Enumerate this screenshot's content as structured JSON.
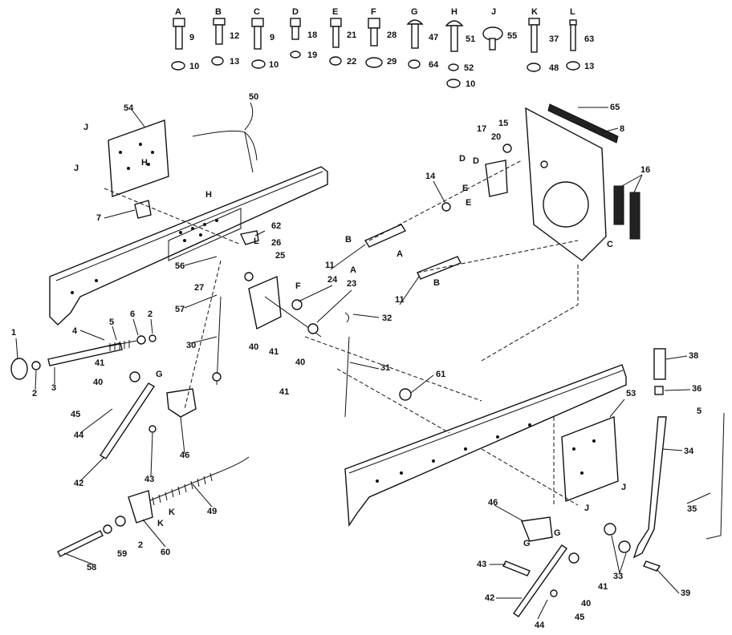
{
  "hardware_key": [
    {
      "letter": "A",
      "bolt": "9",
      "nut": "10"
    },
    {
      "letter": "B",
      "bolt": "12",
      "nut": "13"
    },
    {
      "letter": "C",
      "bolt": "9",
      "nut": "10"
    },
    {
      "letter": "D",
      "bolt": "18",
      "nut": "19"
    },
    {
      "letter": "E",
      "bolt": "21",
      "nut": "22"
    },
    {
      "letter": "F",
      "bolt": "28",
      "nut": "29"
    },
    {
      "letter": "G",
      "bolt": "47",
      "nut": "64"
    },
    {
      "letter": "H",
      "bolt": "51",
      "nut": "52",
      "extra": "10"
    },
    {
      "letter": "J",
      "bolt": "55",
      "nut": ""
    },
    {
      "letter": "K",
      "bolt": "37",
      "nut": "48"
    },
    {
      "letter": "L",
      "bolt": "63",
      "nut": "13"
    }
  ],
  "callouts": [
    "1",
    "2",
    "3",
    "4",
    "5",
    "6",
    "2",
    "40",
    "41",
    "40",
    "45",
    "44",
    "42",
    "43",
    "46",
    "30",
    "27",
    "56",
    "57",
    "54",
    "7",
    "50",
    "26",
    "25",
    "62",
    "24",
    "23",
    "32",
    "40",
    "41",
    "41",
    "40",
    "31",
    "61",
    "11",
    "11",
    "14",
    "17",
    "15",
    "20",
    "65",
    "8",
    "16",
    "38",
    "36",
    "5",
    "34",
    "35",
    "53",
    "46",
    "43",
    "42",
    "44",
    "45",
    "40",
    "41",
    "33",
    "39",
    "49",
    "60",
    "59",
    "2",
    "58"
  ],
  "letter_refs": [
    "J",
    "J",
    "H",
    "H",
    "L",
    "F",
    "B",
    "A",
    "A",
    "B",
    "D",
    "D",
    "E",
    "E",
    "C",
    "G",
    "K",
    "K",
    "G",
    "G",
    "J",
    "J"
  ]
}
